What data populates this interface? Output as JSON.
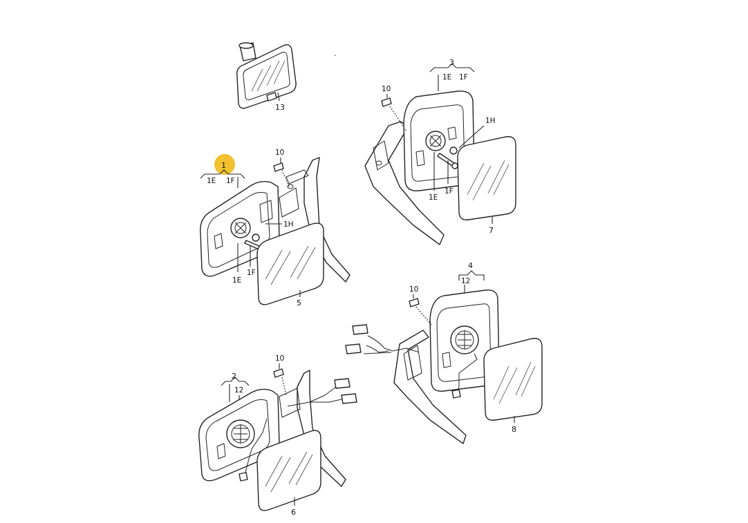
{
  "diagram": {
    "highlight_color": "#F2C12E",
    "callouts": {
      "mirror_rear_view": "13",
      "assembly_left_manual": "1",
      "assembly_right_manual": "3",
      "assembly_left_electric": "2",
      "assembly_right_electric": "4",
      "glass_left_manual": "5",
      "glass_left_electric": "6",
      "glass_right_manual": "7",
      "glass_right_electric": "8",
      "screw_a": "10",
      "screw_b": "10",
      "screw_c": "10",
      "screw_d": "10",
      "motor_left": "12",
      "motor_right": "12"
    },
    "variants": {
      "a1_e": "1E",
      "a1_f": "1F",
      "a1_h": "1H",
      "a1_e2": "1E",
      "a1_f2": "1F",
      "a3_e": "1E",
      "a3_f": "1F",
      "a3_h": "1H",
      "a3_e2": "1E",
      "a3_f2": "1F"
    }
  }
}
